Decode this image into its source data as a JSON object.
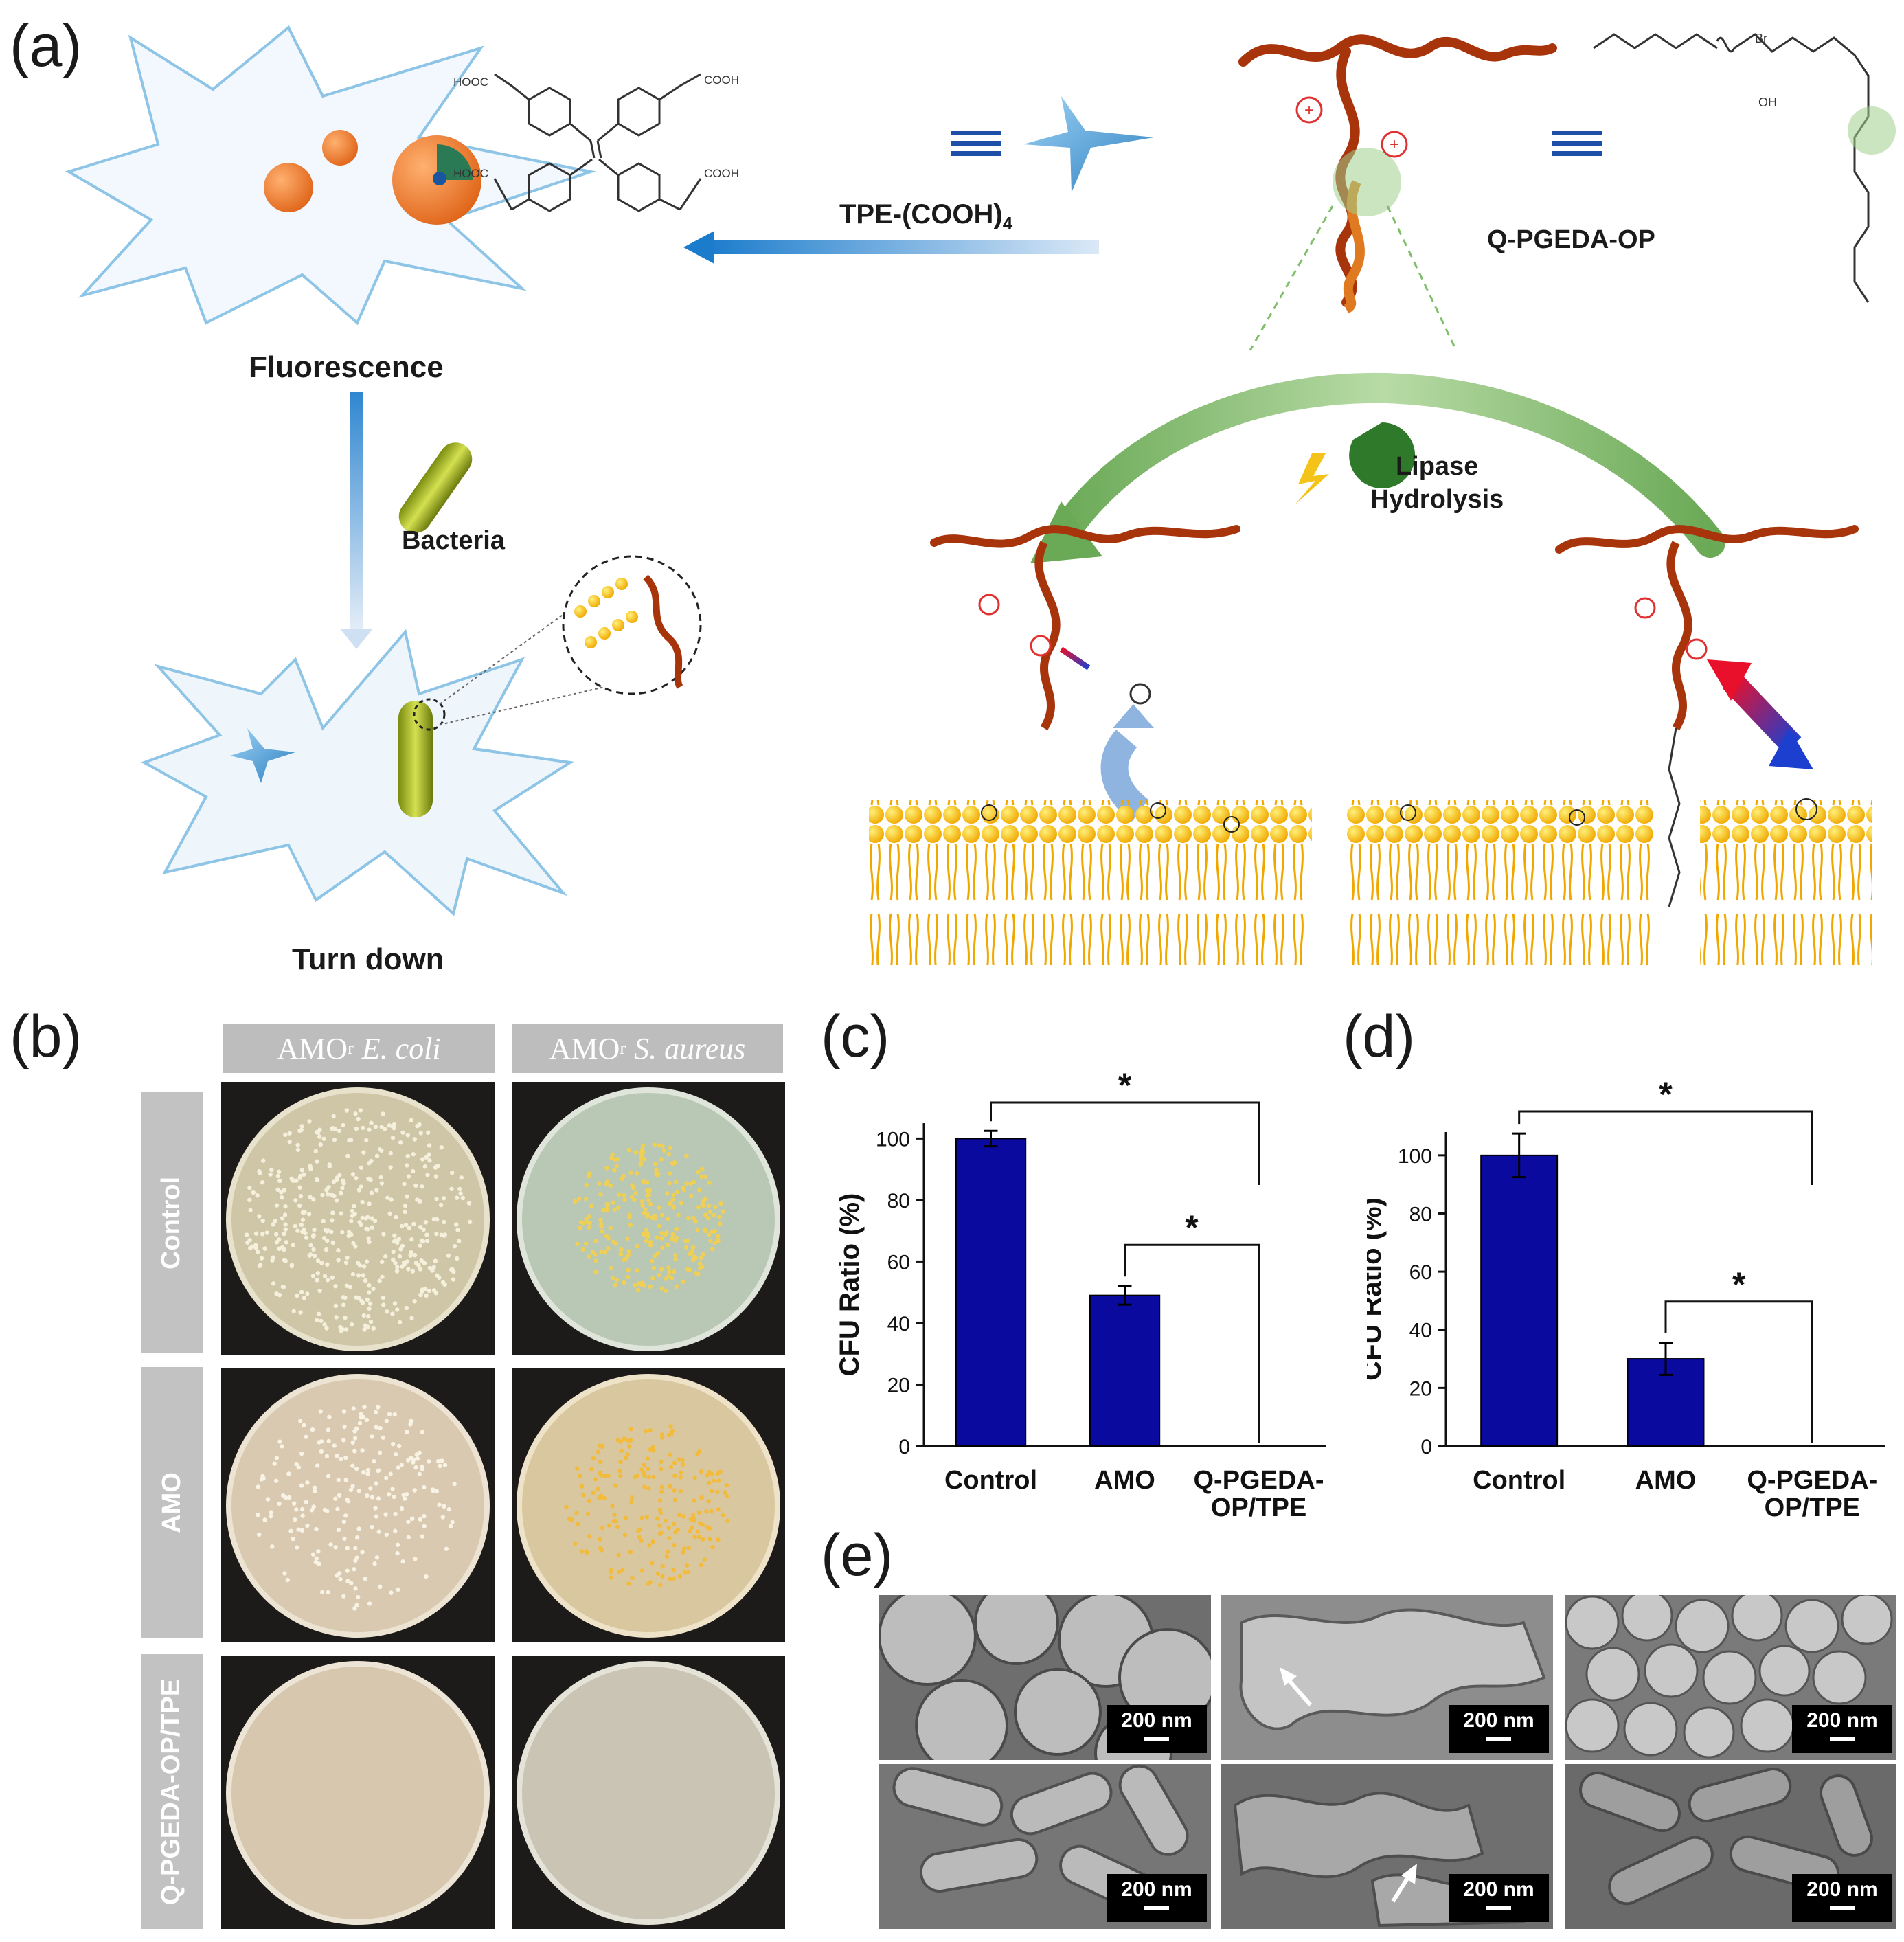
{
  "panels": {
    "a": {
      "label": "(a)",
      "tpe_name": "TPE-(COOH)",
      "tpe_subscript": "4",
      "polymer_name": "Q-PGEDA-OP",
      "fluorescence": "Fluorescence",
      "bacteria": "Bacteria",
      "turn_down": "Turn down",
      "lipase_line1": "Lipase",
      "lipase_line2": "Hydrolysis",
      "chem_labels": {
        "hooc_top": "HOOC",
        "cooh_top": "COOH",
        "hooc_bot": "HOOC",
        "cooh_bot": "COOH",
        "oh": "OH",
        "br": "Br"
      }
    },
    "b": {
      "label": "(b)",
      "col_headers": [
        {
          "prefix": "AMO",
          "sup": "r",
          "species": "E. coli"
        },
        {
          "prefix": "AMO",
          "sup": "r",
          "species": "S. aureus"
        }
      ],
      "row_labels": [
        "Control",
        "AMO",
        "Q-PGEDA-OP/TPE"
      ]
    },
    "c": {
      "label": "(c)"
    },
    "d": {
      "label": "(d)"
    },
    "e": {
      "label": "(e)",
      "scale_text": "200 nm",
      "scale_labels": [
        "200 nm",
        "200 nm",
        "200 nm",
        "200 nm",
        "200 nm",
        "200 nm"
      ]
    }
  },
  "colors": {
    "bar": "#0a0a9e",
    "accent_blue": "#1e78c8",
    "green_arrow": "#7fb86a",
    "membrane": "#f5b400",
    "polymer": "#a8340c"
  },
  "chart_data": [
    {
      "panel": "c",
      "type": "bar",
      "categories": [
        "Control",
        "AMO",
        "Q-PGEDA-OP/TPE"
      ],
      "category_lines": [
        [
          "Control"
        ],
        [
          "AMO"
        ],
        [
          "Q-PGEDA-",
          "OP/TPE"
        ]
      ],
      "values": [
        100,
        49,
        0
      ],
      "errors": [
        2.5,
        3,
        0
      ],
      "ylabel": "CFU Ratio (%)",
      "ylim": [
        0,
        105
      ],
      "yticks": [
        0,
        20,
        40,
        60,
        80,
        100
      ],
      "significance": [
        {
          "from": 0,
          "to": 2,
          "label": "*"
        },
        {
          "from": 1,
          "to": 2,
          "label": "*"
        }
      ]
    },
    {
      "panel": "d",
      "type": "bar",
      "categories": [
        "Control",
        "AMO",
        "Q-PGEDA-OP/TPE"
      ],
      "category_lines": [
        [
          "Control"
        ],
        [
          "AMO"
        ],
        [
          "Q-PGEDA-",
          "OP/TPE"
        ]
      ],
      "values": [
        100,
        30,
        0
      ],
      "errors": [
        7.5,
        5.5,
        0
      ],
      "ylabel": "CFU Ratio (%)",
      "ylim": [
        0,
        108
      ],
      "yticks": [
        0,
        20,
        40,
        60,
        80,
        100
      ],
      "significance": [
        {
          "from": 0,
          "to": 2,
          "label": "*"
        },
        {
          "from": 1,
          "to": 2,
          "label": "*"
        }
      ]
    }
  ]
}
